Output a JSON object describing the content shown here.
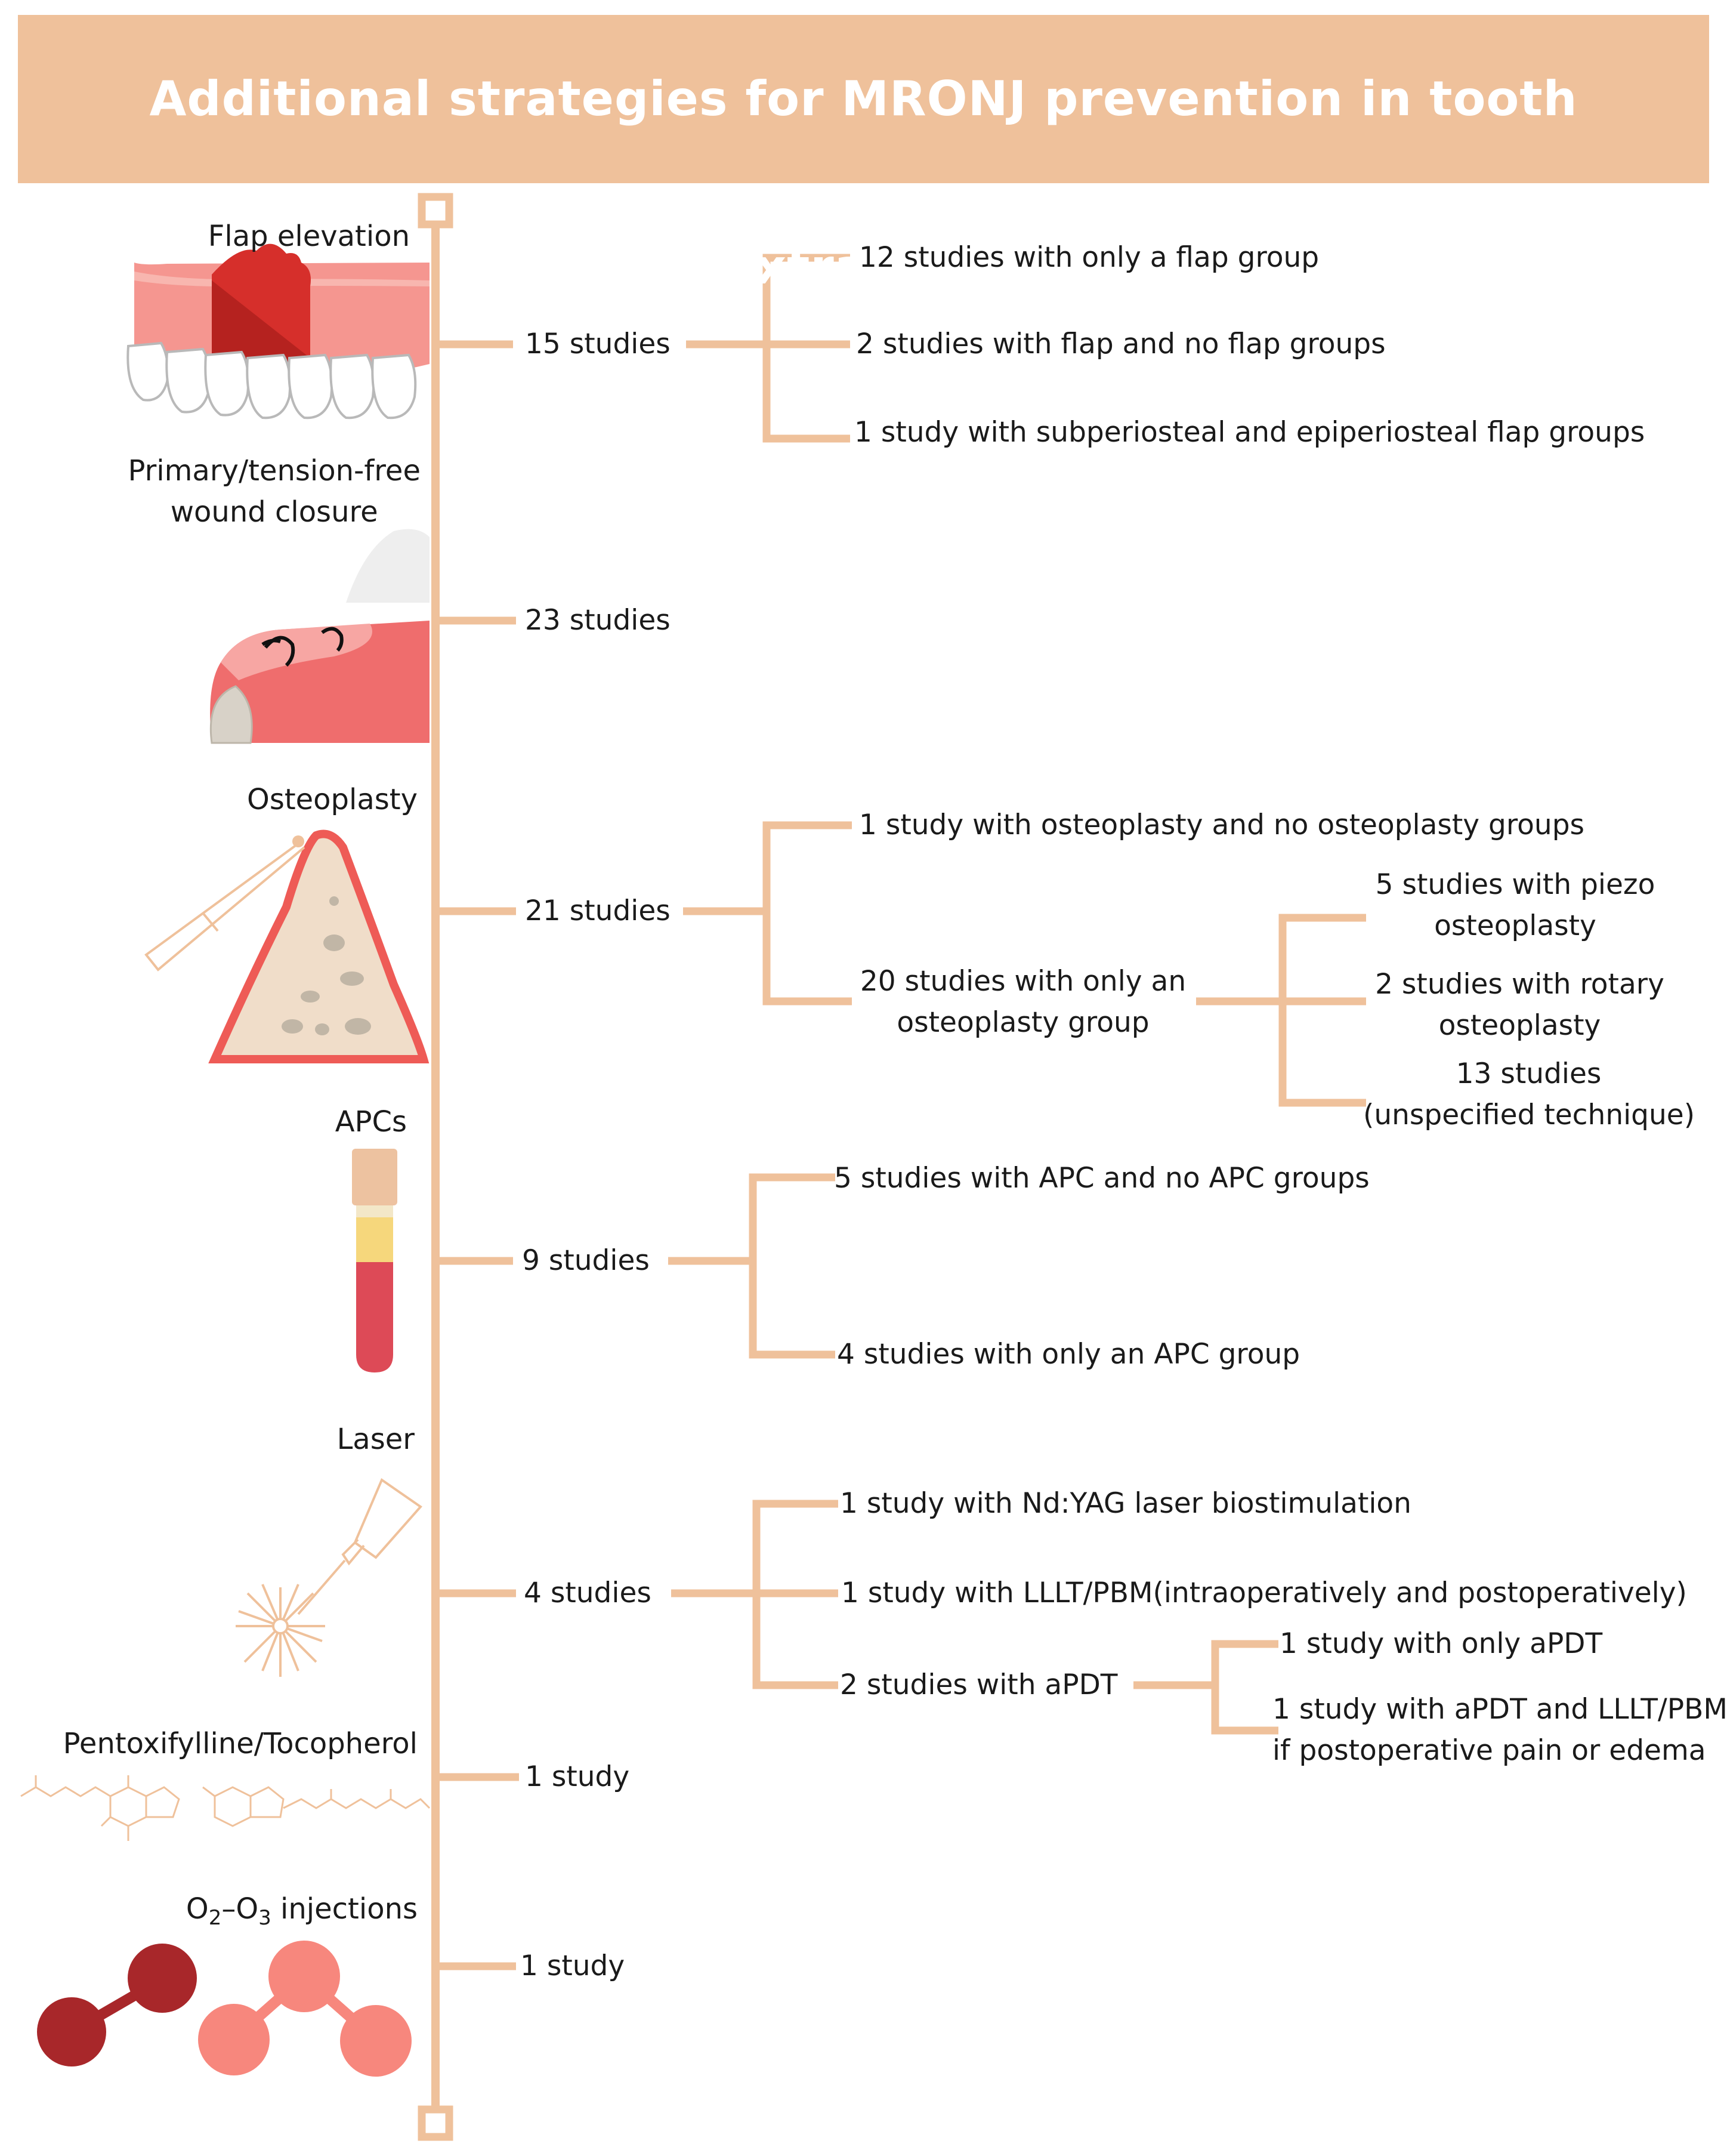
{
  "title": "Additional strategies for MRONJ prevention in tooth extraction",
  "colors": {
    "header": "#efc19b",
    "line": "#efc19b",
    "gum": "#f26a6a",
    "gum_dark": "#d9312f",
    "red_dark": "#a8272a",
    "salmon": "#f7877d"
  },
  "categories": [
    {
      "name": "Flap elevation",
      "count": "15 studies",
      "icon": "tooth-flap-icon",
      "details": [
        "12 studies with only a flap group",
        "2 studies with flap and no flap groups",
        "1 study with subperiosteal and epiperiosteal flap groups"
      ]
    },
    {
      "name_line1": "Primary/tension-free",
      "name_line2": "wound closure",
      "count": "23 studies",
      "icon": "sutured-gum-icon"
    },
    {
      "name": "Osteoplasty",
      "count": "21 studies",
      "icon": "bone-scalpel-icon",
      "details": [
        "1 study with osteoplasty and no osteoplasty groups"
      ],
      "sub_group": {
        "label_line1": "20 studies with only an",
        "label_line2": "osteoplasty group",
        "details": [
          {
            "line1": "5 studies with piezo",
            "line2": "osteoplasty"
          },
          {
            "line1": "2 studies with rotary",
            "line2": "osteoplasty"
          },
          {
            "line1": "13 studies",
            "line2": "(unspecified technique)"
          }
        ]
      }
    },
    {
      "name": "APCs",
      "count": "9 studies",
      "icon": "blood-tube-icon",
      "details": [
        "5 studies with APC and no APC groups",
        "4 studies with only an APC group"
      ]
    },
    {
      "name": "Laser",
      "count": "4 studies",
      "icon": "laser-icon",
      "details": [
        "1 study with Nd:YAG laser biostimulation",
        "1 study with LLLT/PBM(intraoperatively and postoperatively)"
      ],
      "sub_group": {
        "label": "2 studies with aPDT",
        "details": [
          {
            "line1": "1 study with only aPDT"
          },
          {
            "line1": "1 study with aPDT and LLLT/PBM",
            "line2": "if postoperative pain or edema"
          }
        ]
      }
    },
    {
      "name": "Pentoxifylline/Tocopherol",
      "count": "1 study",
      "icon": "molecule-structure-icon"
    },
    {
      "name_prefix": "O",
      "name_sub1": "2",
      "name_mid": "–O",
      "name_sub2": "3",
      "name_suffix": " injections",
      "count": "1 study",
      "icon": "molecule-balls-icon"
    }
  ]
}
